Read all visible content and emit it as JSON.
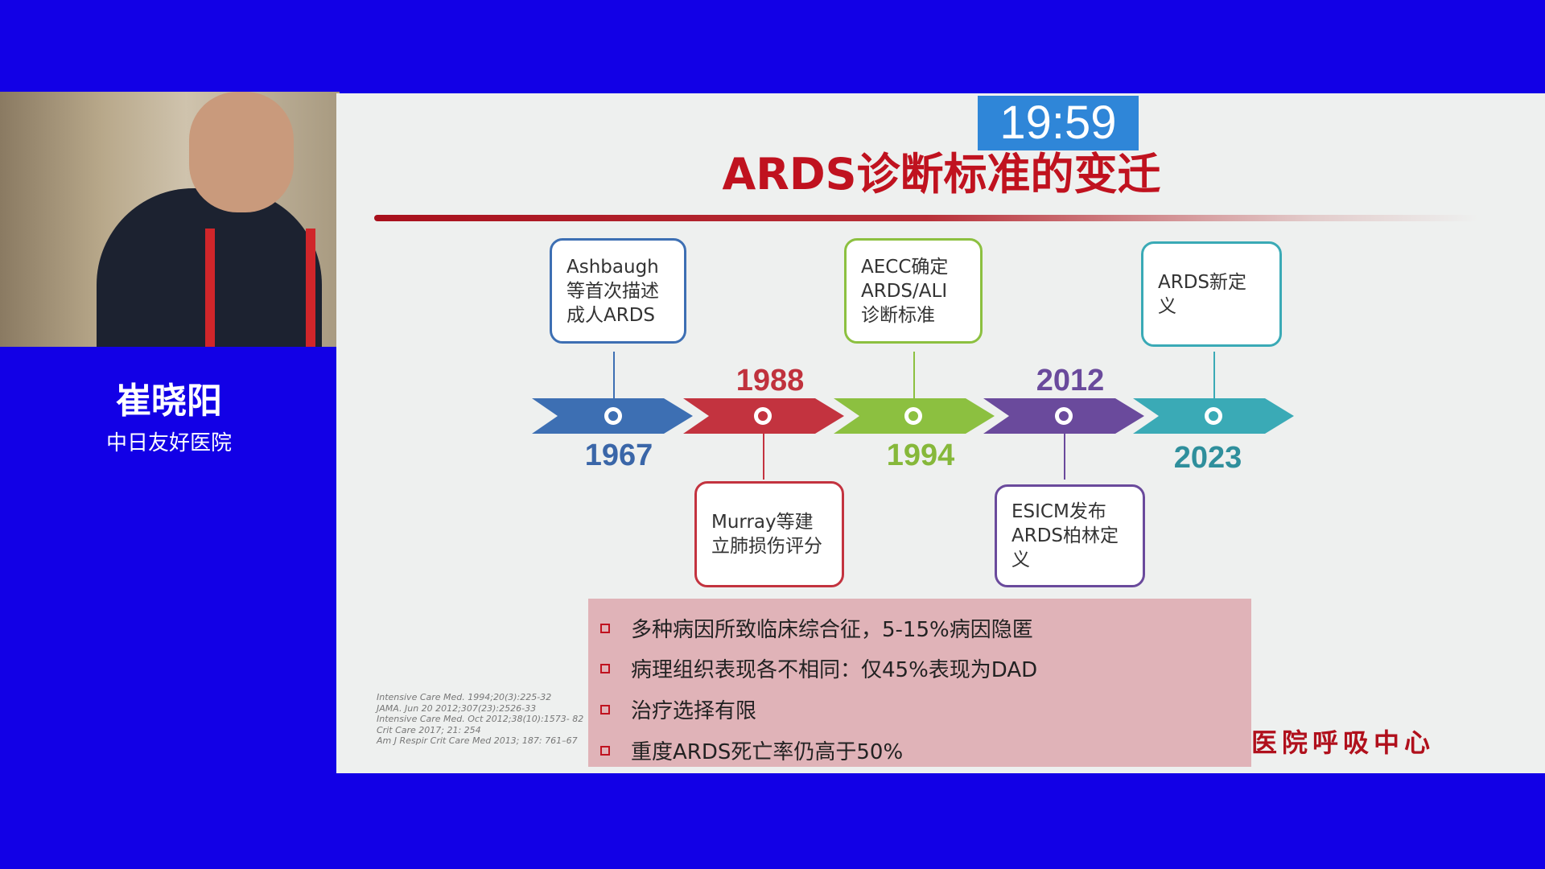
{
  "speaker": {
    "name": "崔晓阳",
    "organization": "中日友好医院"
  },
  "timer": "19:59",
  "slide": {
    "title": "ARDS诊断标准的变迁",
    "timeline": [
      {
        "year": "1967",
        "text": "Ashbaugh\n等首次描述\n成人ARDS",
        "color": "#3d6fb3"
      },
      {
        "year": "1988",
        "text": "Murray等建\n立肺损伤评分",
        "color": "#c3333f"
      },
      {
        "year": "1994",
        "text": "AECC确定\nARDS/ALI\n诊断标准",
        "color": "#8cc040"
      },
      {
        "year": "2012",
        "text": "ESICM发布\nARDS柏林定义",
        "color": "#6a4a9c"
      },
      {
        "year": "2023",
        "text": "ARDS新定义",
        "color": "#3aaab6"
      }
    ],
    "facts": [
      "多种病因所致临床综合征，5-15%病因隐匿",
      "病理组织表现各不相同：仅45%表现为DAD",
      "治疗选择有限",
      "重度ARDS死亡率仍高于50%"
    ],
    "references": [
      "Intensive Care Med. 1994;20(3):225-32",
      "JAMA. Jun 20 2012;307(23):2526-33",
      "Intensive Care Med. Oct 2012;38(10):1573- 82",
      "Crit Care 2017; 21: 254",
      "Am J Respir Crit Care Med 2013; 187: 761–67"
    ],
    "logo_text": "医院呼吸中心"
  }
}
